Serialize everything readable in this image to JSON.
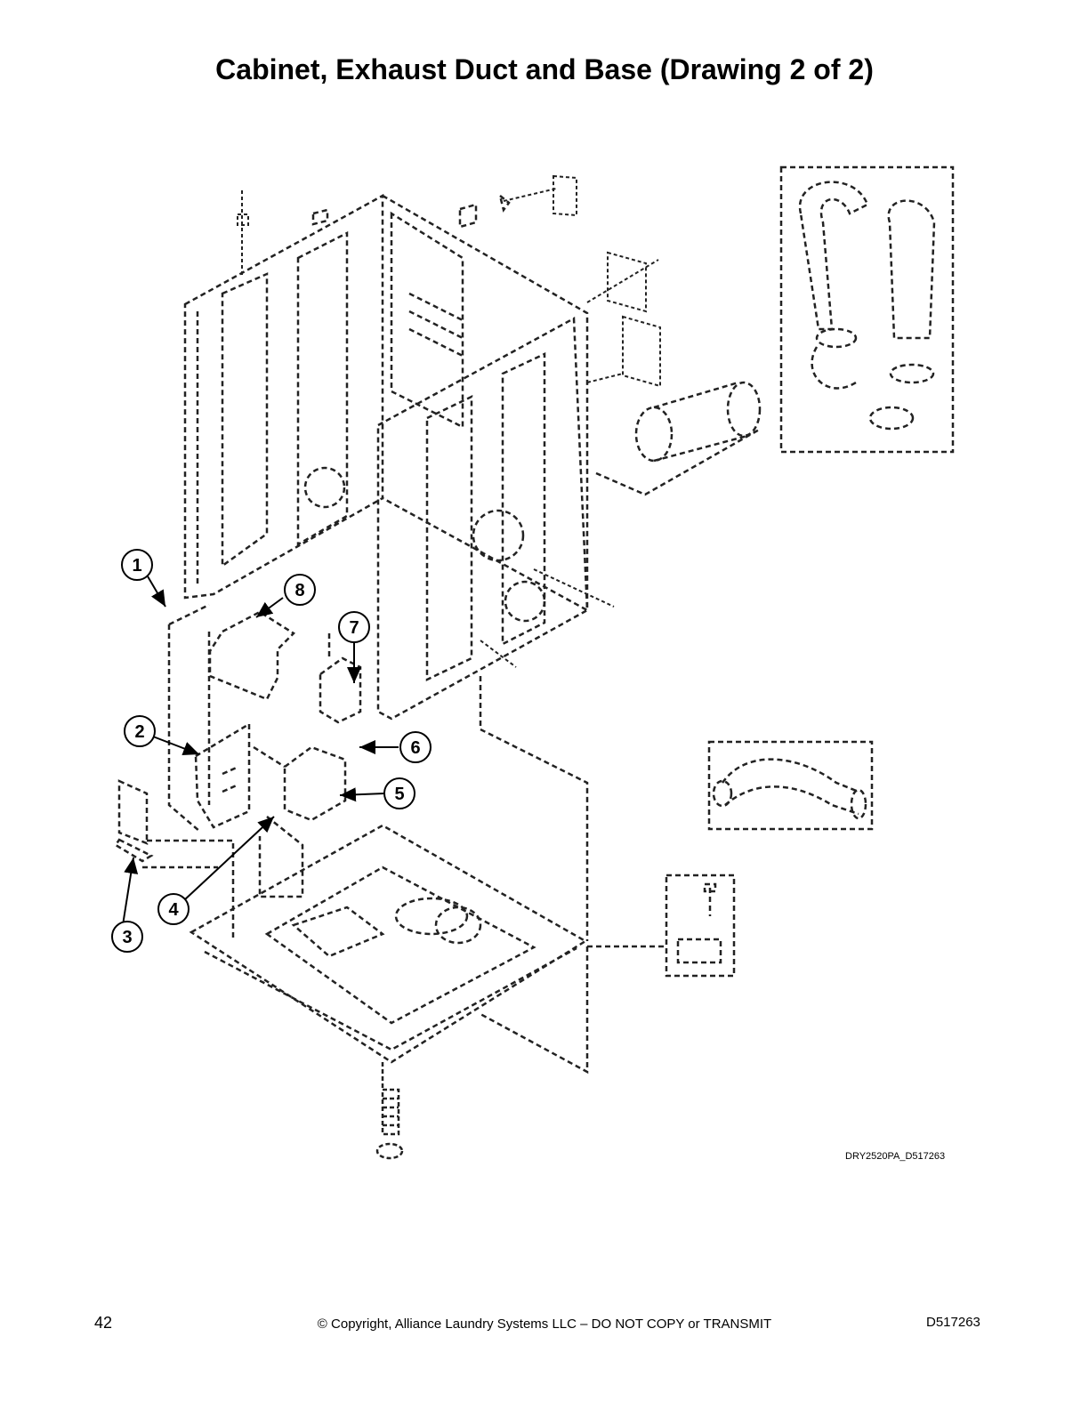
{
  "page": {
    "title": "Cabinet, Exhaust Duct and Base (Drawing 2 of 2)",
    "drawing_id": "DRY2520PA_D517263",
    "footer": {
      "page_number": "42",
      "copyright": "© Copyright, Alliance Laundry Systems LLC – DO NOT COPY or TRANSMIT",
      "document_number": "D517263"
    }
  },
  "callouts": [
    "1",
    "2",
    "3",
    "4",
    "5",
    "6",
    "7",
    "8"
  ]
}
